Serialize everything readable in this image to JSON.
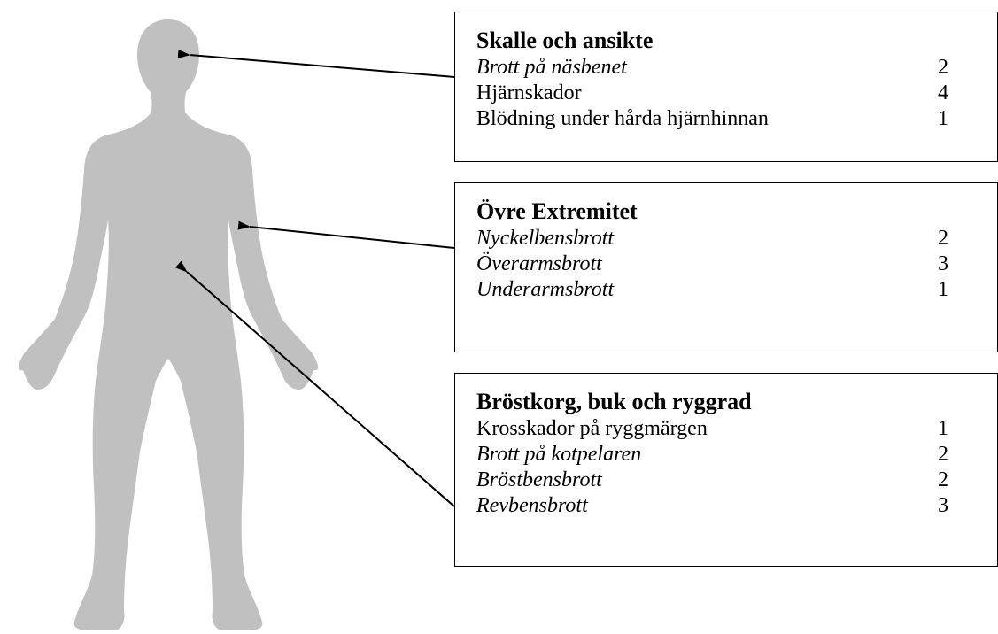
{
  "boxes": [
    {
      "id": "head",
      "title": "Skalle och ansikte",
      "entries": [
        {
          "label": "Brott på näsbenet",
          "count": "2",
          "italic": true
        },
        {
          "label": "Hjärnskador",
          "count": "4",
          "italic": false
        },
        {
          "label": "Blödning under hårda hjärnhinnan",
          "count": "1",
          "italic": false
        }
      ]
    },
    {
      "id": "arm",
      "title": "Övre Extremitet",
      "entries": [
        {
          "label": "Nyckelbensbrott",
          "count": "2",
          "italic": true
        },
        {
          "label": "Överarmsbrott",
          "count": "3",
          "italic": true
        },
        {
          "label": "Underarmsbrott",
          "count": "1",
          "italic": true
        }
      ]
    },
    {
      "id": "torso",
      "title": "Bröstkorg, buk och ryggrad",
      "entries": [
        {
          "label": "Krosskador på ryggmärgen",
          "count": "1",
          "italic": false
        },
        {
          "label": "Brott på kotpelaren",
          "count": "2",
          "italic": true
        },
        {
          "label": "Bröstbensbrott",
          "count": "2",
          "italic": true
        },
        {
          "label": "Revbensbrott",
          "count": "3",
          "italic": true
        }
      ]
    }
  ],
  "colors": {
    "silhouette": "#c0c0c0",
    "arrow": "#000000",
    "border": "#000000"
  },
  "icons": {
    "figure": "human-silhouette-icon"
  }
}
